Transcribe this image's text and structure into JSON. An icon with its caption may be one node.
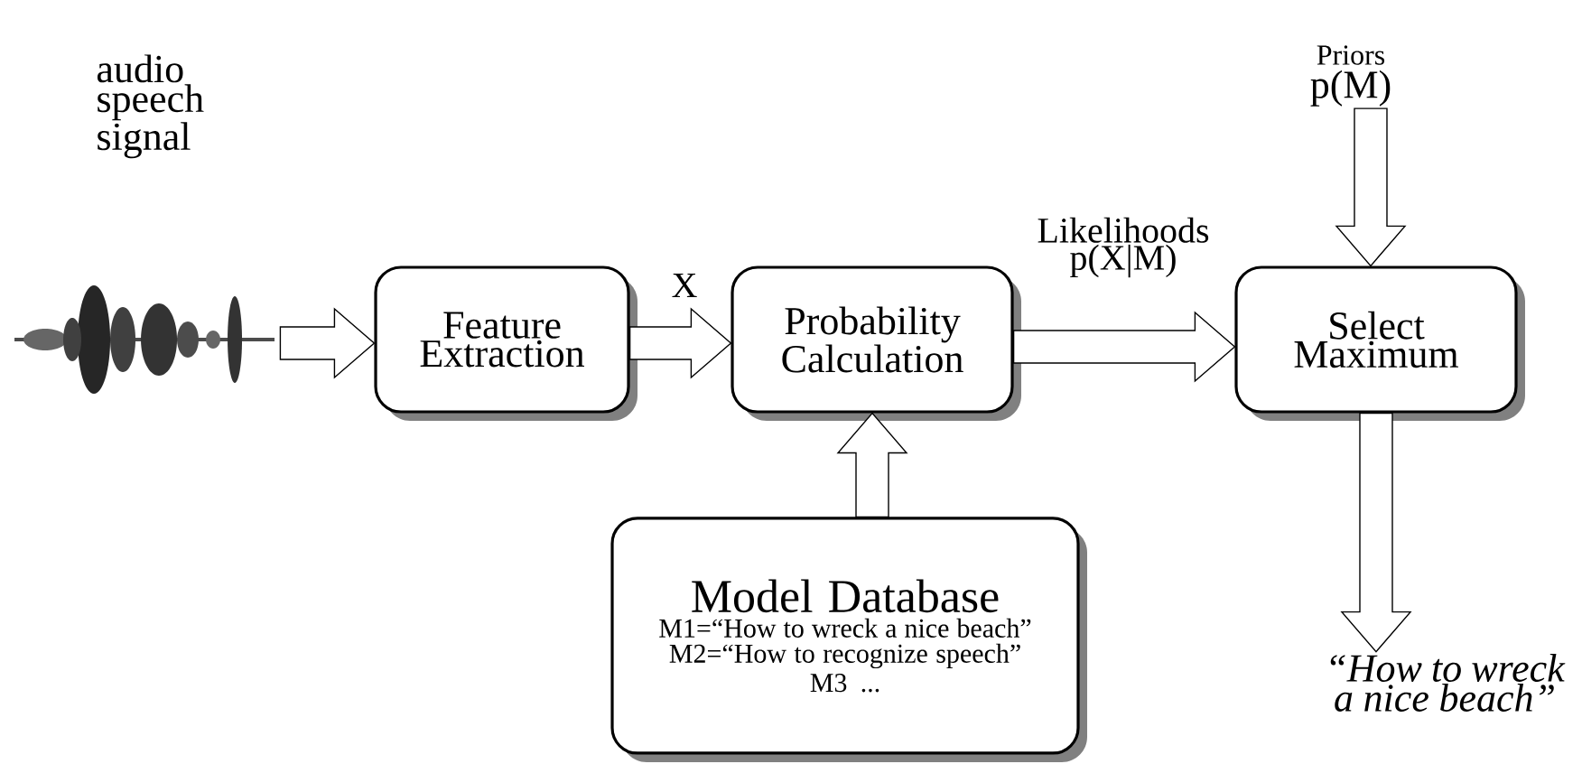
{
  "diagram": {
    "nodes": [
      {
        "text": [],
        "shape": "picture",
        "beside": [
          "audio speech signal"
        ]
      },
      {
        "text": [
          "Feature Extraction"
        ]
      },
      {
        "text": [
          "Probability Calculation"
        ]
      },
      {
        "text": [
          "Select Maximum"
        ]
      },
      {
        "text": [
          "Model Database",
          "M1=“How to wreck a nice beach”",
          "M2=“How to recognize speech”",
          "M3    ..."
        ]
      },
      {
        "text": [
          "Priors",
          "p(M)"
        ]
      },
      {
        "text": [
          "“How to wreck a nice beach”"
        ]
      }
    ],
    "edges": [
      {
        "from": 0,
        "to": 1,
        "arrow": "to"
      },
      {
        "from": 1,
        "to": 2,
        "arrow": "to",
        "label": "X"
      },
      {
        "from": 2,
        "to": 3,
        "arrow": "to",
        "label": "Likelihoods p(X|M)"
      },
      {
        "from": 4,
        "to": 2,
        "arrow": "to"
      },
      {
        "from": 5,
        "to": 3,
        "arrow": "to"
      },
      {
        "from": 3,
        "to": 6,
        "arrow": "to"
      }
    ]
  }
}
